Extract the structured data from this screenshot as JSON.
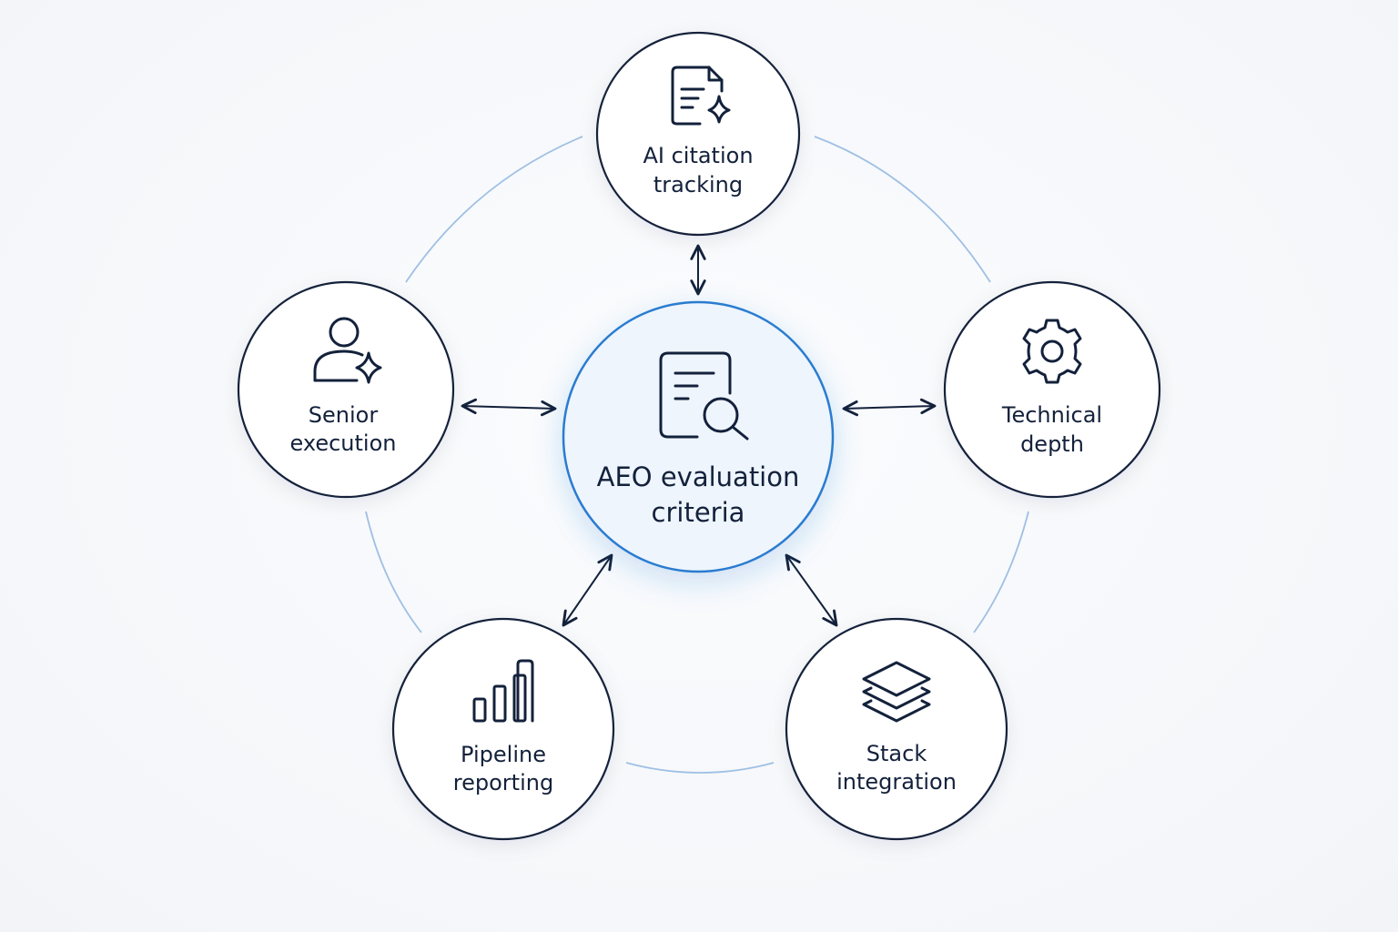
{
  "center": {
    "label_line1": "AEO evaluation",
    "label_line2": "criteria",
    "icon": "document-search-icon"
  },
  "nodes": [
    {
      "id": "ai-citation",
      "line1": "AI citation",
      "line2": "tracking",
      "icon": "document-sparkle-icon"
    },
    {
      "id": "technical-depth",
      "line1": "Technical",
      "line2": "depth",
      "icon": "gear-icon"
    },
    {
      "id": "stack-integration",
      "line1": "Stack",
      "line2": "integration",
      "icon": "layers-icon"
    },
    {
      "id": "pipeline-reporting",
      "line1": "Pipeline",
      "line2": "reporting",
      "icon": "bar-chart-icon"
    },
    {
      "id": "senior-execution",
      "line1": "Senior",
      "line2": "execution",
      "icon": "person-sparkle-icon"
    }
  ],
  "colors": {
    "ink": "#13213b",
    "accent": "#2b7bd0",
    "ring": "#9fc0e4",
    "center_fill": "#eef5fd",
    "node_fill": "#ffffff"
  }
}
